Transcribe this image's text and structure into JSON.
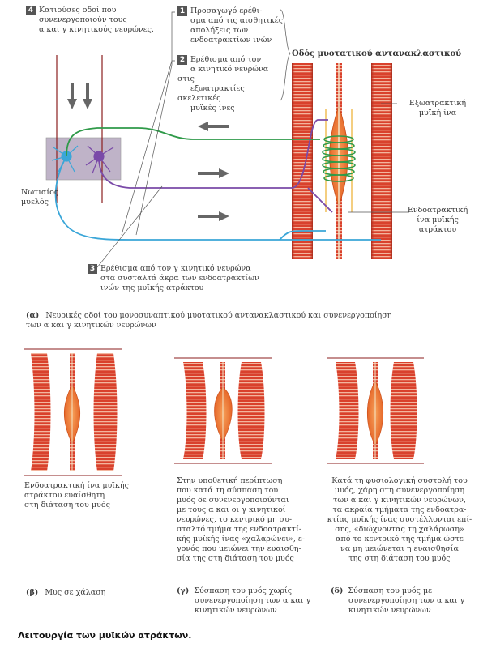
{
  "callouts": {
    "c4": {
      "num": "4",
      "lines": [
        "Κατιούσες οδοί που",
        "συνενεργοποιούν τους",
        "α και γ κινητικούς νευρώνες."
      ]
    },
    "c1": {
      "num": "1",
      "lines": [
        "Προσαγωγό ερέθι-",
        "σμα από τις αισθητικές",
        "απολήξεις των",
        "ενδοατρακτίων ινών"
      ]
    },
    "c2": {
      "num": "2",
      "lines": [
        "Ερέθισμα από τον",
        "α κινητικό νευρώνα στις",
        "εξωατρακτίες σκελετικές",
        "μυϊκές ίνες"
      ]
    },
    "c3": {
      "num": "3",
      "lines": [
        "Ερέθισμα από τον γ κινητικό νευρώνα",
        "στα συσταλτά άκρα των ενδοατρακτίων",
        "ινών της μυϊκής ατράκτου"
      ]
    }
  },
  "labels": {
    "pathway": "Οδός μυοτατικού αντανακλαστικού",
    "extrafusal": [
      "Εξωατρακτική",
      "μυϊκή ίνα"
    ],
    "intrafusal": [
      "Ενδοατρακτική",
      "ίνα μυϊκής",
      "ατράκτου"
    ],
    "spinal": [
      "Νωτιαίος",
      "μυελός"
    ]
  },
  "caption_a": {
    "tag": "(α)",
    "lines": [
      "Νευρικές οδοί του μονοσυναπτικού μυοτατικού αντανακλαστικού και συνενεργοποίηση",
      "των α και γ κινητικών νευρώνων"
    ]
  },
  "panels": {
    "b": {
      "desc": [
        "Ενδοατρακτική ίνα μυϊκής",
        "ατράκτου ευαίσθητη",
        "στη διάταση του μυός"
      ],
      "tag": "(β)",
      "caption": [
        "Μυς σε χάλαση"
      ]
    },
    "c": {
      "desc": [
        "Στην υποθετική περίπτωση",
        "που κατά τη σύσπαση του",
        "μυός δε συνενεργοποιούνται",
        "με τους α και οι γ κινητικοί",
        "νευρώνες, το κεντρικό μη συ-",
        "σταλτό τμήμα της ενδοατρακτί-",
        "κής μυϊκής ίνας «χαλαρώνει», ε-",
        "γονός που μειώνει την ευαισθη-",
        "σία της στη διάταση του μυός"
      ],
      "tag": "(γ)",
      "caption": [
        "Σύσπαση του μυός χωρίς",
        "συνενεργοποίηση των α και γ",
        "κινητικών νευρώνων"
      ]
    },
    "d": {
      "desc": [
        "Κατά τη φυσιολογική συστολή του",
        "μυός, χάρη στη συνενεργοποίηση",
        "των α και γ κινητικών νευρώνων,",
        "τα ακραία τμήματα της ενδοατρα-",
        "κτίας μυϊκής ίνας συστέλλονται επί-",
        "σης, «διώχνοντας τη χαλάρωση»",
        "από το κεντρικό της τμήμα ώστε",
        "να μη μειώνεται η ευαισθησία",
        "της στη διάταση του μυός"
      ],
      "tag": "(δ)",
      "caption": [
        "Σύσπαση του μυός με",
        "συνενεργοποίηση των α και γ",
        "κινητικών νευρώνων"
      ]
    }
  },
  "figure_title": "Λειτουργία των μυϊκών ατράκτων."
}
